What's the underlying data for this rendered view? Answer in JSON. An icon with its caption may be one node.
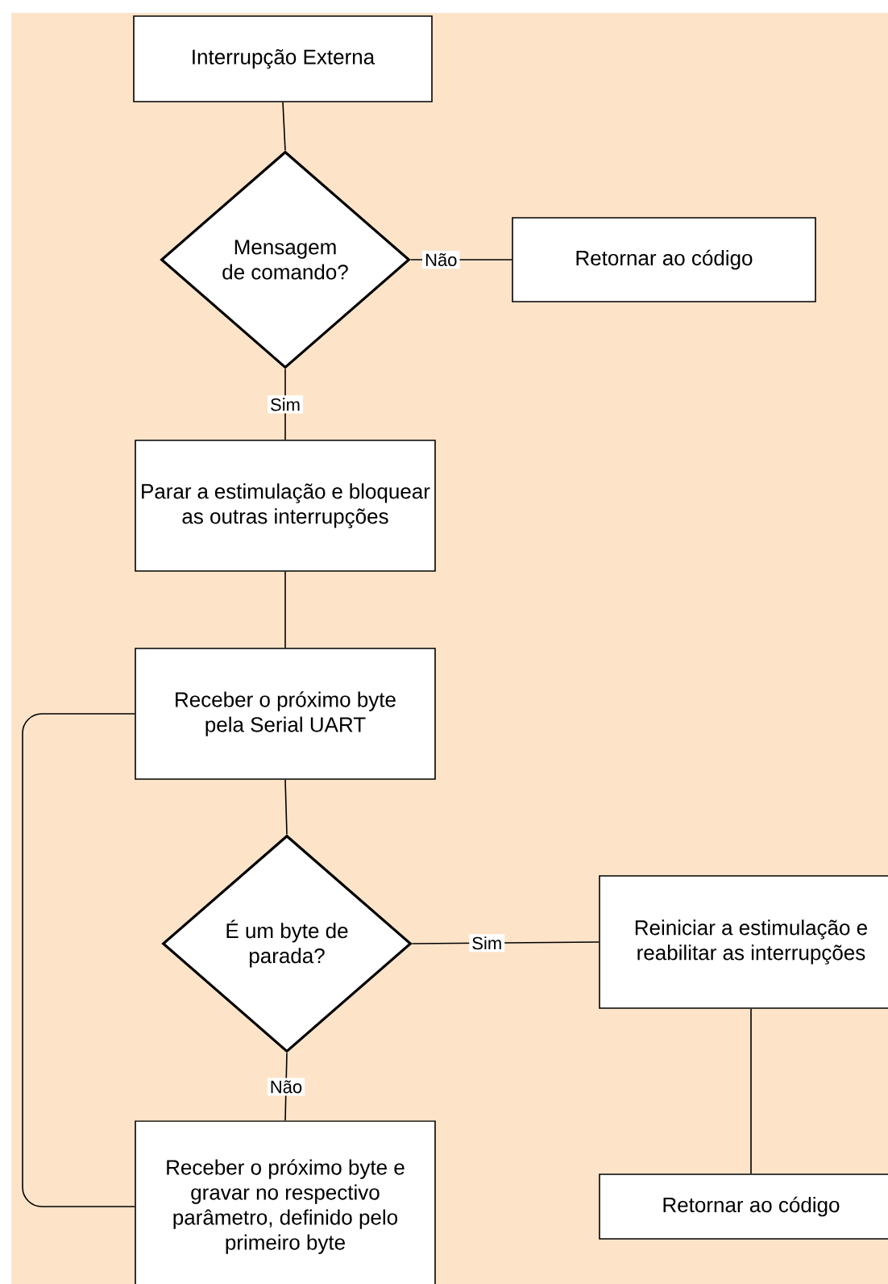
{
  "diagram": {
    "nodes": [
      {
        "text": [
          "Interrupção Externa"
        ]
      },
      {
        "text": [
          "Mensagem de comando?"
        ]
      },
      {
        "text": [
          "Retornar ao código"
        ]
      },
      {
        "text": [
          "Parar a estimulação e bloquear as outras interrupções"
        ]
      },
      {
        "text": [
          "Receber o próximo byte pela Serial UART"
        ]
      },
      {
        "text": [
          "É um byte de parada?"
        ]
      },
      {
        "text": [
          "Reiniciar a estimulação e reabilitar as interrupções"
        ]
      },
      {
        "text": [
          "Retornar ao código"
        ]
      },
      {
        "text": [
          "Receber o próximo byte e gravar no respectivo parâmetro, definido pelo primeiro byte"
        ]
      }
    ],
    "edges": [
      {
        "from": 0,
        "to": 1,
        "arrow": "none"
      },
      {
        "from": 1,
        "to": 2,
        "arrow": "none",
        "label": "Não"
      },
      {
        "from": 1,
        "to": 3,
        "arrow": "none",
        "label": "Sim"
      },
      {
        "from": 3,
        "to": 4,
        "arrow": "none"
      },
      {
        "from": 4,
        "to": 5,
        "arrow": "none"
      },
      {
        "from": 5,
        "to": 6,
        "arrow": "none",
        "label": "Sim"
      },
      {
        "from": 5,
        "to": 8,
        "arrow": "none",
        "label": "Não"
      },
      {
        "from": 6,
        "to": 7,
        "arrow": "none"
      },
      {
        "from": 8,
        "to": 4,
        "arrow": "none"
      }
    ]
  }
}
